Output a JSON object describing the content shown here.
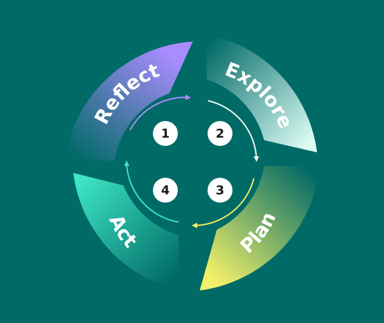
{
  "colors": {
    "background": "#006a66",
    "reflect_start": "#a98cff",
    "explore_start": "#dcfbf4",
    "plan_start": "#f2f06a",
    "act_start": "#3fe8c6",
    "segment_fade": "#006a66",
    "arrow_reflect": "#a98cff",
    "arrow_explore": "#e8fbf6",
    "arrow_plan": "#f3ef63",
    "arrow_act": "#3fe0c4",
    "badge_fill": "#ffffff",
    "badge_text": "#1a1a1a"
  },
  "cycle": {
    "segments": [
      {
        "label": "Reflect",
        "order": 1
      },
      {
        "label": "Explore",
        "order": 2
      },
      {
        "label": "Plan",
        "order": 3
      },
      {
        "label": "Act",
        "order": 4
      }
    ],
    "steps": [
      "1",
      "2",
      "3",
      "4"
    ]
  }
}
